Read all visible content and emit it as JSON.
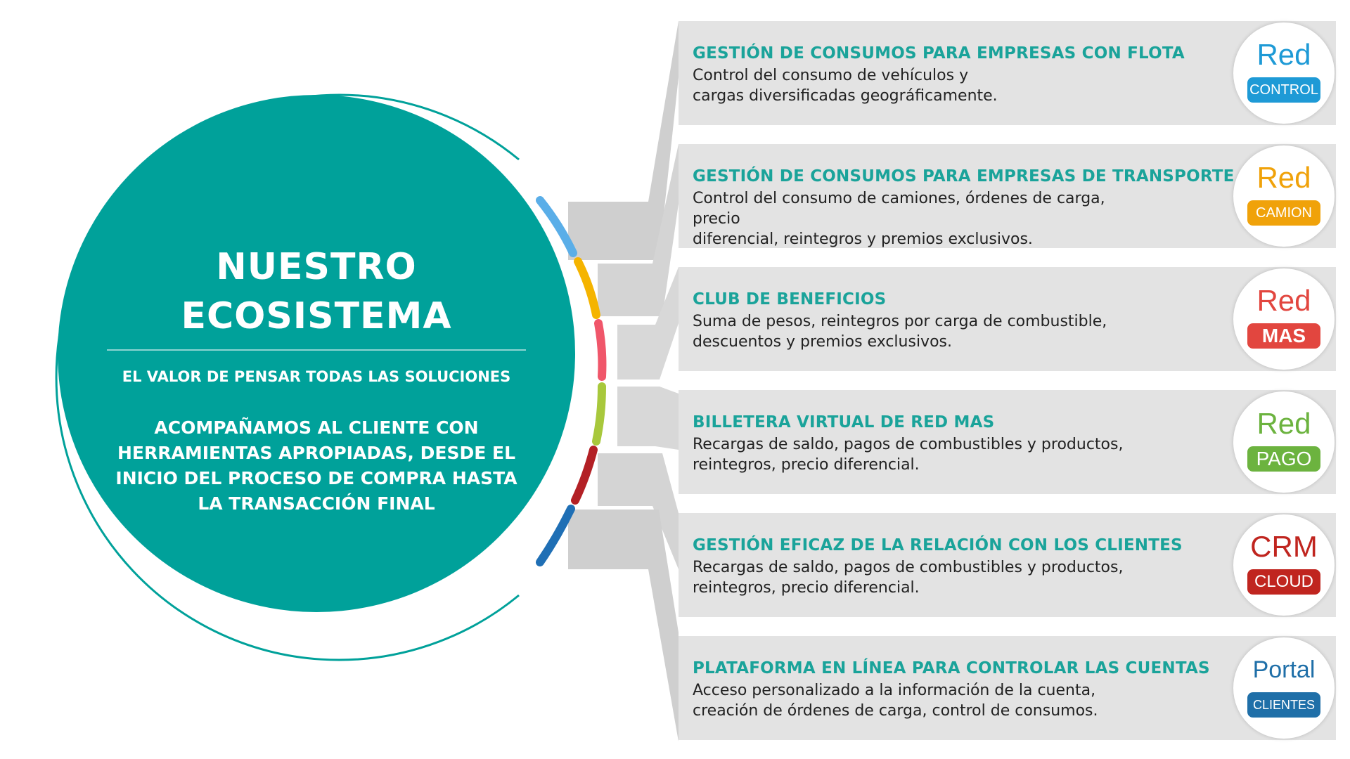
{
  "hub": {
    "title_line1": "NUESTRO",
    "title_line2": "ECOSISTEMA",
    "subtitle": "EL VALOR DE PENSAR TODAS LAS SOLUCIONES",
    "body": "ACOMPAÑAMOS AL CLIENTE CON HERRAMIENTAS APROPIADAS, DESDE EL INICIO DEL PROCESO DE COMPRA HASTA LA TRANSACCIÓN FINAL"
  },
  "colors": {
    "teal": "#00a19a",
    "title_teal": "#1aa39a",
    "card_bg": "#e3e3e3",
    "connector": "#cfcfcf"
  },
  "items": [
    {
      "title": "GESTIÓN DE CONSUMOS PARA EMPRESAS CON FLOTA",
      "desc_line1": "Control del consumo de vehículos y",
      "desc_line2": "cargas diversificadas geográficamente.",
      "badge_top": "Red",
      "badge_bottom": "CONTROL",
      "top_color": "#1e9ad6",
      "bottom_color": "#1e9ad6",
      "arc_color": "#5aaee8"
    },
    {
      "title": "GESTIÓN DE CONSUMOS PARA EMPRESAS DE TRANSPORTE",
      "desc_line1": "Control del consumo de camiones, órdenes de carga, precio",
      "desc_line2": "diferencial, reintegros y premios exclusivos.",
      "badge_top": "Red",
      "badge_bottom": "CAMION",
      "top_color": "#f0a20a",
      "bottom_color": "#f0a20a",
      "arc_color": "#f5b400"
    },
    {
      "title": "CLUB DE BENEFICIOS",
      "desc_line1": "Suma de pesos, reintegros por carga de combustible,",
      "desc_line2": "descuentos y premios exclusivos.",
      "badge_top": "Red",
      "badge_bottom": "MAS",
      "top_color": "#e2463f",
      "bottom_color": "#e2463f",
      "arc_color": "#f0566a"
    },
    {
      "title": "BILLETERA VIRTUAL DE RED MAS",
      "desc_line1": "Recargas de saldo, pagos de combustibles y productos,",
      "desc_line2": "reintegros, precio diferencial.",
      "badge_top": "Red",
      "badge_bottom": "PAGO",
      "top_color": "#6cb33f",
      "bottom_color": "#6cb33f",
      "arc_color": "#a8c83c"
    },
    {
      "title": "GESTIÓN EFICAZ DE LA RELACIÓN CON LOS CLIENTES",
      "desc_line1": "Recargas de saldo, pagos de combustibles y productos,",
      "desc_line2": "reintegros, precio diferencial.",
      "badge_top": "CRM",
      "badge_bottom": "CLOUD",
      "top_color": "#c0251f",
      "bottom_color": "#c0251f",
      "arc_color": "#b32025"
    },
    {
      "title": "PLATAFORMA EN LÍNEA PARA CONTROLAR LAS CUENTAS",
      "desc_line1": "Acceso personalizado a la información de la cuenta,",
      "desc_line2": "creación de órdenes de carga, control de consumos.",
      "badge_top": "Portal",
      "badge_bottom": "CLIENTES",
      "top_color": "#1f6fa8",
      "bottom_color": "#1f6fa8",
      "arc_color": "#1f6fb5"
    }
  ]
}
